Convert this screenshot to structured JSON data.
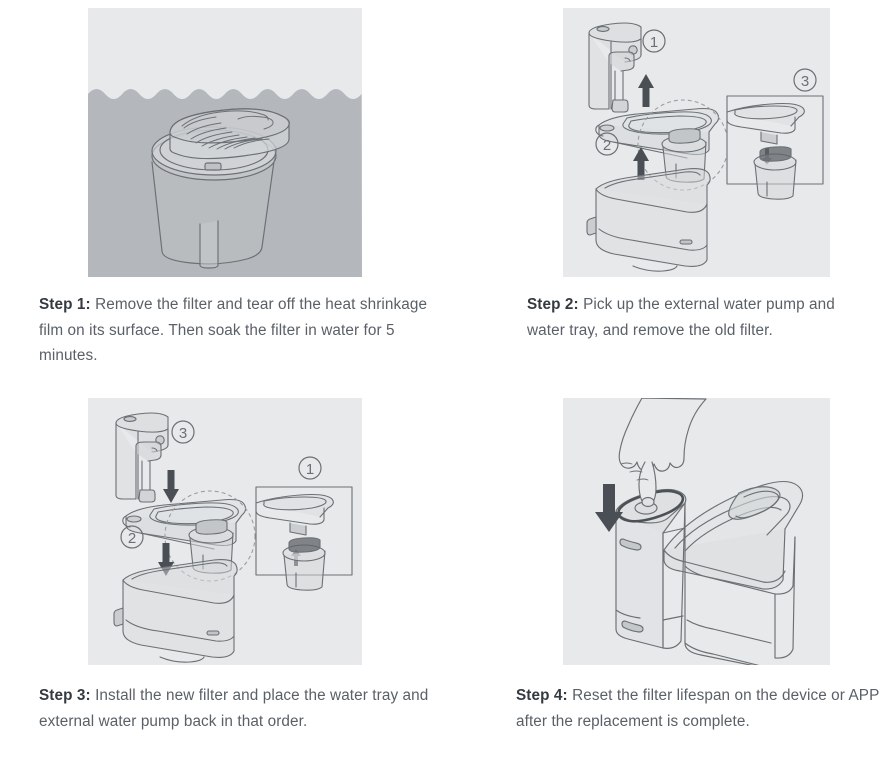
{
  "document": {
    "type": "instruction-illustration-sheet",
    "topic": "Water fountain filter replacement steps",
    "background_color": "#ffffff",
    "panel_background_color": "#e8e9ea",
    "line_color": "#6b7075",
    "water_color": "#b4b7bb",
    "step_label_color": "#353a41",
    "caption_text_color": "#5a6067"
  },
  "steps": [
    {
      "id": "step-1",
      "label": "Step 1:",
      "text": "Remove the filter and tear off the heat shrinkage film on its surface. Then soak the filter in water for 5 minutes.",
      "illustration": {
        "name": "filter-soaking-in-water",
        "description": "Water filter cartridge submerged below a wavy waterline",
        "waterline": "wavy",
        "objects": [
          "filter-cartridge",
          "water-surface"
        ],
        "callouts": [],
        "arrows": []
      }
    },
    {
      "id": "step-2",
      "label": "Step 2:",
      "text": "Pick up the external water pump and water tray, and remove the old filter.",
      "illustration": {
        "name": "exploded-removal-diagram",
        "description": "External water pump and water tray lifted off the base reservoir; inset shows filter detaching from tray",
        "objects": [
          "water-pump",
          "water-tray",
          "base-reservoir",
          "filter-cartridge"
        ],
        "arrow_direction": "up",
        "arrows": [
          "up-arrow-pump",
          "up-arrow-tray",
          "down-arrow-inset-filter"
        ],
        "callouts": [
          {
            "marker": "①",
            "target": "water-pump"
          },
          {
            "marker": "②",
            "target": "water-tray"
          },
          {
            "marker": "③",
            "target": "inset-filter-removal"
          }
        ]
      }
    },
    {
      "id": "step-3",
      "label": "Step 3:",
      "text": "Install the new filter and place the water tray and external water pump back in that order.",
      "illustration": {
        "name": "exploded-installation-diagram",
        "description": "Water tray and external water pump lowered back onto the base reservoir; inset shows new filter attaching to tray",
        "objects": [
          "water-pump",
          "water-tray",
          "base-reservoir",
          "filter-cartridge"
        ],
        "arrow_direction": "down",
        "arrows": [
          "down-arrow-pump",
          "down-arrow-tray",
          "up-arrow-inset-filter"
        ],
        "callouts": [
          {
            "marker": "③",
            "target": "water-pump"
          },
          {
            "marker": "②",
            "target": "water-tray"
          },
          {
            "marker": "①",
            "target": "inset-filter-install"
          }
        ]
      }
    },
    {
      "id": "step-4",
      "label": "Step 4:",
      "text": "Reset the filter lifespan on the device or APP after the replacement is complete.",
      "illustration": {
        "name": "hand-pressing-reset-button",
        "description": "A hand with index finger pressing the button on top of the assembled water fountain",
        "objects": [
          "hand",
          "assembled-fountain",
          "reset-button"
        ],
        "arrow_direction": "down",
        "arrows": [
          "down-arrow-press"
        ],
        "callouts": []
      }
    }
  ]
}
